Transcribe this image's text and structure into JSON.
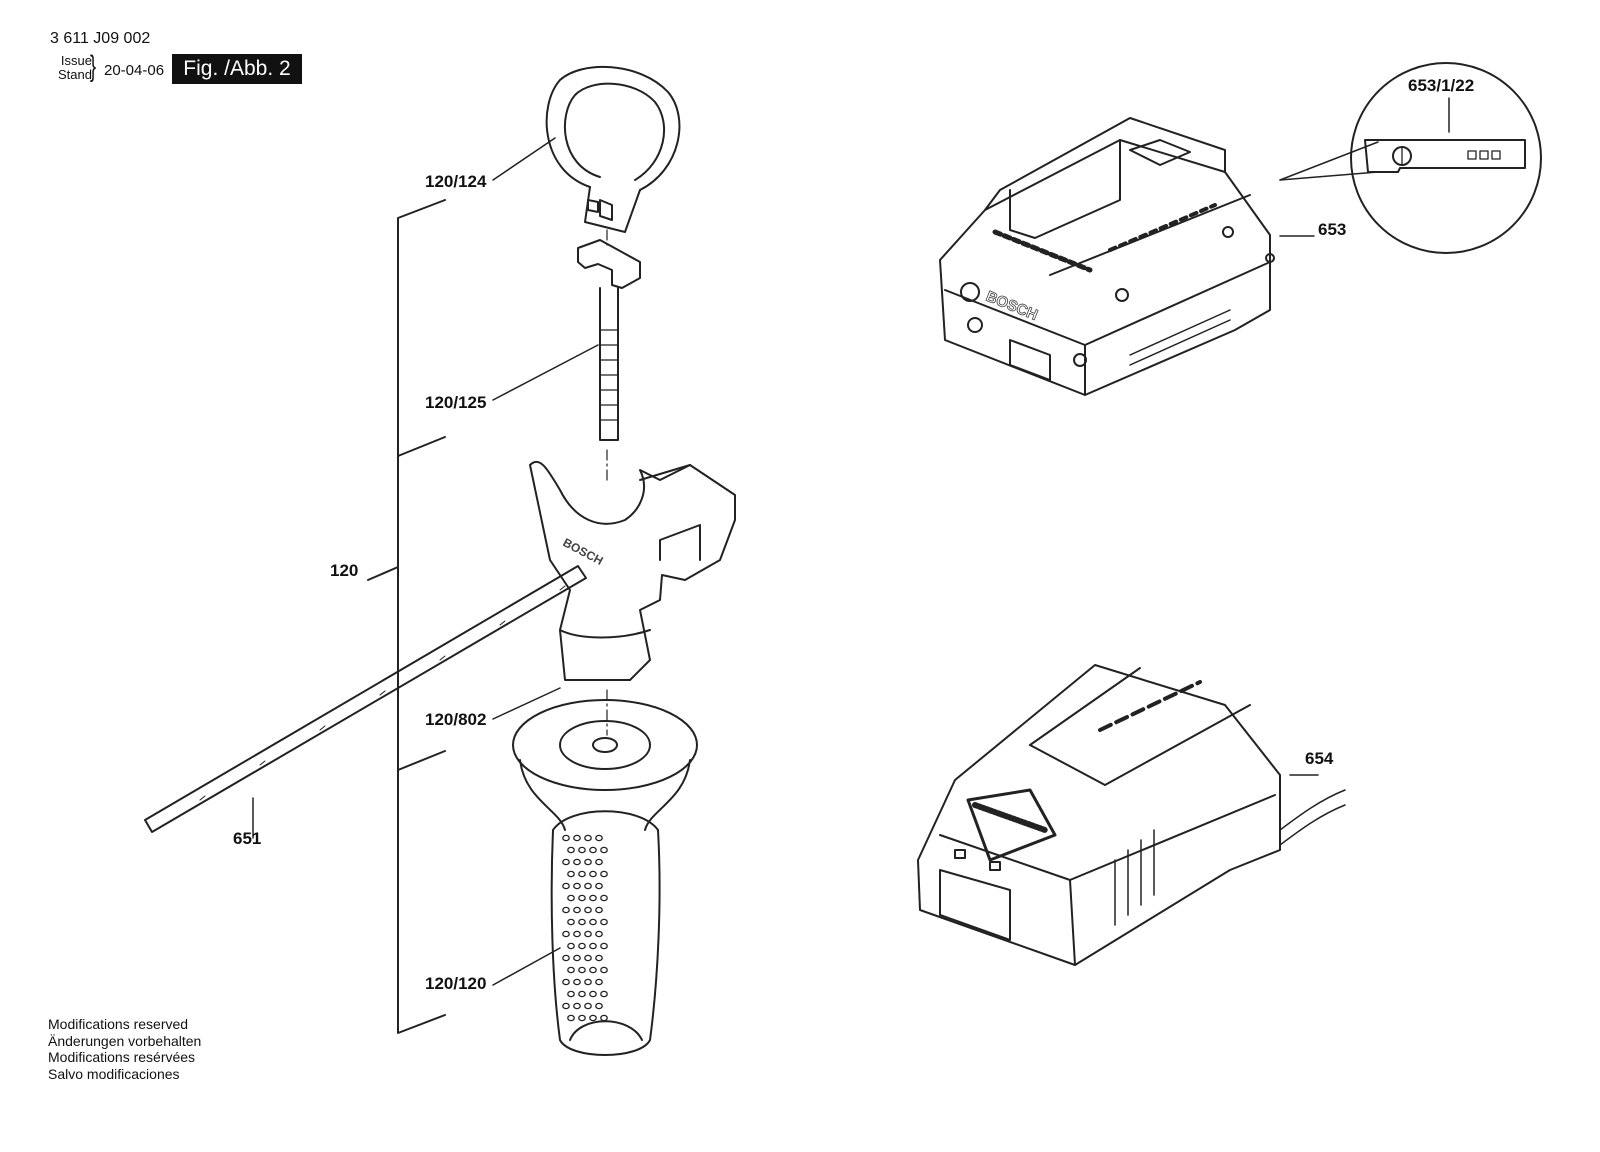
{
  "header": {
    "doc_number": "3 611 J09 002",
    "issue_label": "Issue",
    "stand_label": "Stand",
    "date": "20-04-06",
    "figure": "Fig. /Abb. 2"
  },
  "parts": {
    "p120_124": "120/124",
    "p120_125": "120/125",
    "p120": "120",
    "p120_802": "120/802",
    "p651": "651",
    "p120_120": "120/120",
    "p653": "653",
    "p653_1_22": "653/1/22",
    "p654": "654"
  },
  "brand": "BOSCH",
  "footer": {
    "line1": "Modifications reserved",
    "line2": "Änderungen vorbehalten",
    "line3": "Modifications resérvées",
    "line4": "Salvo modificaciones"
  }
}
